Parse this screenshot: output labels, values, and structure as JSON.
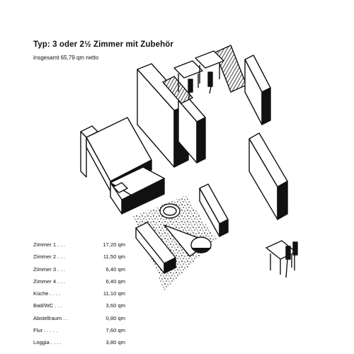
{
  "header": {
    "title": "Typ: 3 oder 2½ Zimmer mit Zubehör",
    "subtitle": "insgesamt 65,79 qm netto"
  },
  "rooms": [
    {
      "label": "Zimmer 1 . . .",
      "area": "17,20 qm"
    },
    {
      "label": "Zimmer 2 . . .",
      "area": "11,50 qm"
    },
    {
      "label": "Zimmer 3 . . .",
      "area": "6,40 qm"
    },
    {
      "label": "Zimmer 4 . . .",
      "area": "6,40 qm"
    },
    {
      "label": "Küche . . . .",
      "area": "11,10 qm"
    },
    {
      "label": "Bad/WC . . .",
      "area": "3,60 qm"
    },
    {
      "label": "Abstellraum . .",
      "area": "0,80 qm"
    },
    {
      "label": "Flur . . . . .",
      "area": "7,60 qm"
    },
    {
      "label": "Loggia . . . .",
      "area": "3,80 qm"
    }
  ],
  "colors": {
    "ink": "#111111",
    "paper": "#ffffff"
  }
}
